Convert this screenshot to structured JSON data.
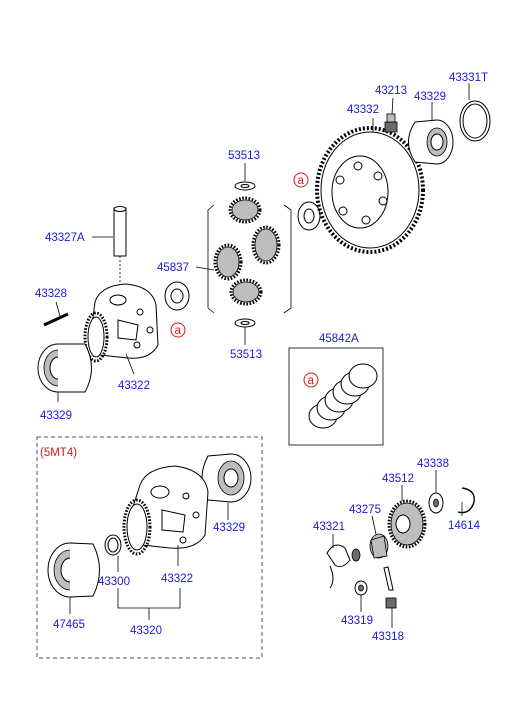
{
  "callouts": {
    "p43327A": "43327A",
    "p43328": "43328",
    "p43329_top": "43329",
    "p43322_top": "43322",
    "p45837": "45837",
    "p53513_top": "53513",
    "p53513_bot": "53513",
    "p43332": "43332",
    "p43213": "43213",
    "p43329_right": "43329",
    "p43331T": "43331T",
    "p45842A": "45842A",
    "ref_a1": "a",
    "ref_a2": "a",
    "ref_a3": "a",
    "variant": "(5MT4)",
    "p43329_bot": "43329",
    "p43322_bot": "43322",
    "p43300": "43300",
    "p47465": "47465",
    "p43320": "43320",
    "p43338": "43338",
    "p43512": "43512",
    "p43275": "43275",
    "p43321": "43321",
    "p14614": "14614",
    "p43319": "43319",
    "p43318": "43318"
  },
  "colors": {
    "label": "#1a1adc",
    "reference": "#d81818",
    "line": "#000000"
  }
}
